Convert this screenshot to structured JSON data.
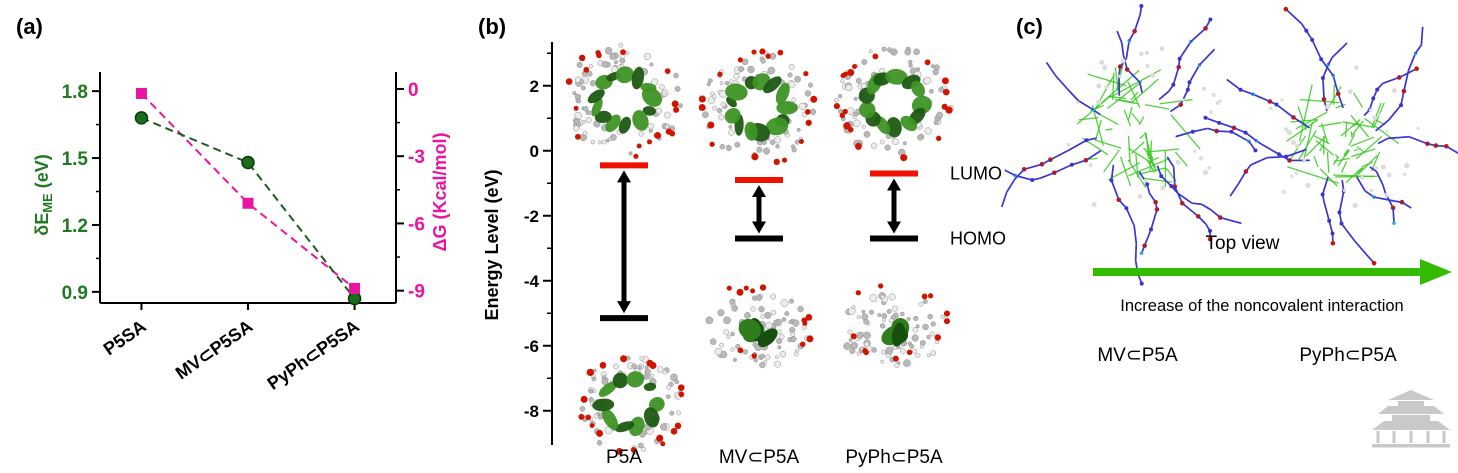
{
  "panel_a": {
    "label": "(a)",
    "ylabel_left": {
      "main": "δE",
      "sub": "ME",
      "unit": " (eV)"
    },
    "ylabel_right": "ΔG (Kcal/mol)",
    "colors": {
      "left_axis": "#217a21",
      "right_axis": "#ea14a0",
      "left_line": "#1d5c1d",
      "left_marker": "#1d6b1d",
      "right_marker": "#ea14a0"
    }
  },
  "panel_b": {
    "label": "(b)",
    "ylabel": "Energy Level (eV)",
    "lumo_label": "LUMO",
    "homo_label": "HOMO"
  },
  "panel_c": {
    "label": "(c)",
    "top_view_label": "Top view",
    "arrow_caption": "Increase of the noncovalent interaction",
    "molecule_labels": [
      "MV⊂P5A",
      "PyPh⊂P5A"
    ],
    "arrow_color": "#33bb00"
  },
  "chart_data": [
    {
      "panel": "a",
      "type": "line",
      "categories": [
        "P5SA",
        "MV⊂P5SA",
        "PyPh⊂P5SA"
      ],
      "series": [
        {
          "name": "δEME (eV)",
          "axis": "left",
          "marker": "circle",
          "color": "#1d6b1d",
          "line_style": "dashed",
          "values": [
            1.68,
            1.48,
            0.87
          ]
        },
        {
          "name": "ΔG (Kcal/mol)",
          "axis": "right",
          "marker": "square",
          "color": "#ea14a0",
          "line_style": "dashed",
          "values": [
            -0.2,
            -5.1,
            -8.9
          ]
        }
      ],
      "left_axis": {
        "label": "δEME (eV)",
        "ticks": [
          "1.8",
          "1.5",
          "1.2",
          "0.9"
        ],
        "range": [
          0.85,
          1.85
        ]
      },
      "right_axis": {
        "label": "ΔG (Kcal/mol)",
        "ticks": [
          "0",
          "-3",
          "-6",
          "-9"
        ],
        "range": [
          -9.55,
          0.4
        ]
      },
      "grid": false,
      "legend": "none"
    },
    {
      "panel": "b",
      "type": "energy-level",
      "ylabel": "Energy Level (eV)",
      "yticks": [
        "2",
        "0",
        "-2",
        "-4",
        "-6",
        "-8"
      ],
      "yrange": [
        -8.9,
        3.1
      ],
      "species": [
        "P5A",
        "MV⊂P5A",
        "PyPh⊂P5A"
      ],
      "levels": [
        {
          "species": "P5A",
          "lumo_eV": -0.45,
          "homo_eV": -5.15
        },
        {
          "species": "MV⊂P5A",
          "lumo_eV": -0.9,
          "homo_eV": -2.7
        },
        {
          "species": "PyPh⊂P5A",
          "lumo_eV": -0.7,
          "homo_eV": -2.7
        }
      ],
      "lumo_color": "#ee1100",
      "homo_color": "#000000",
      "lumo_label": "LUMO",
      "homo_label": "HOMO"
    }
  ]
}
